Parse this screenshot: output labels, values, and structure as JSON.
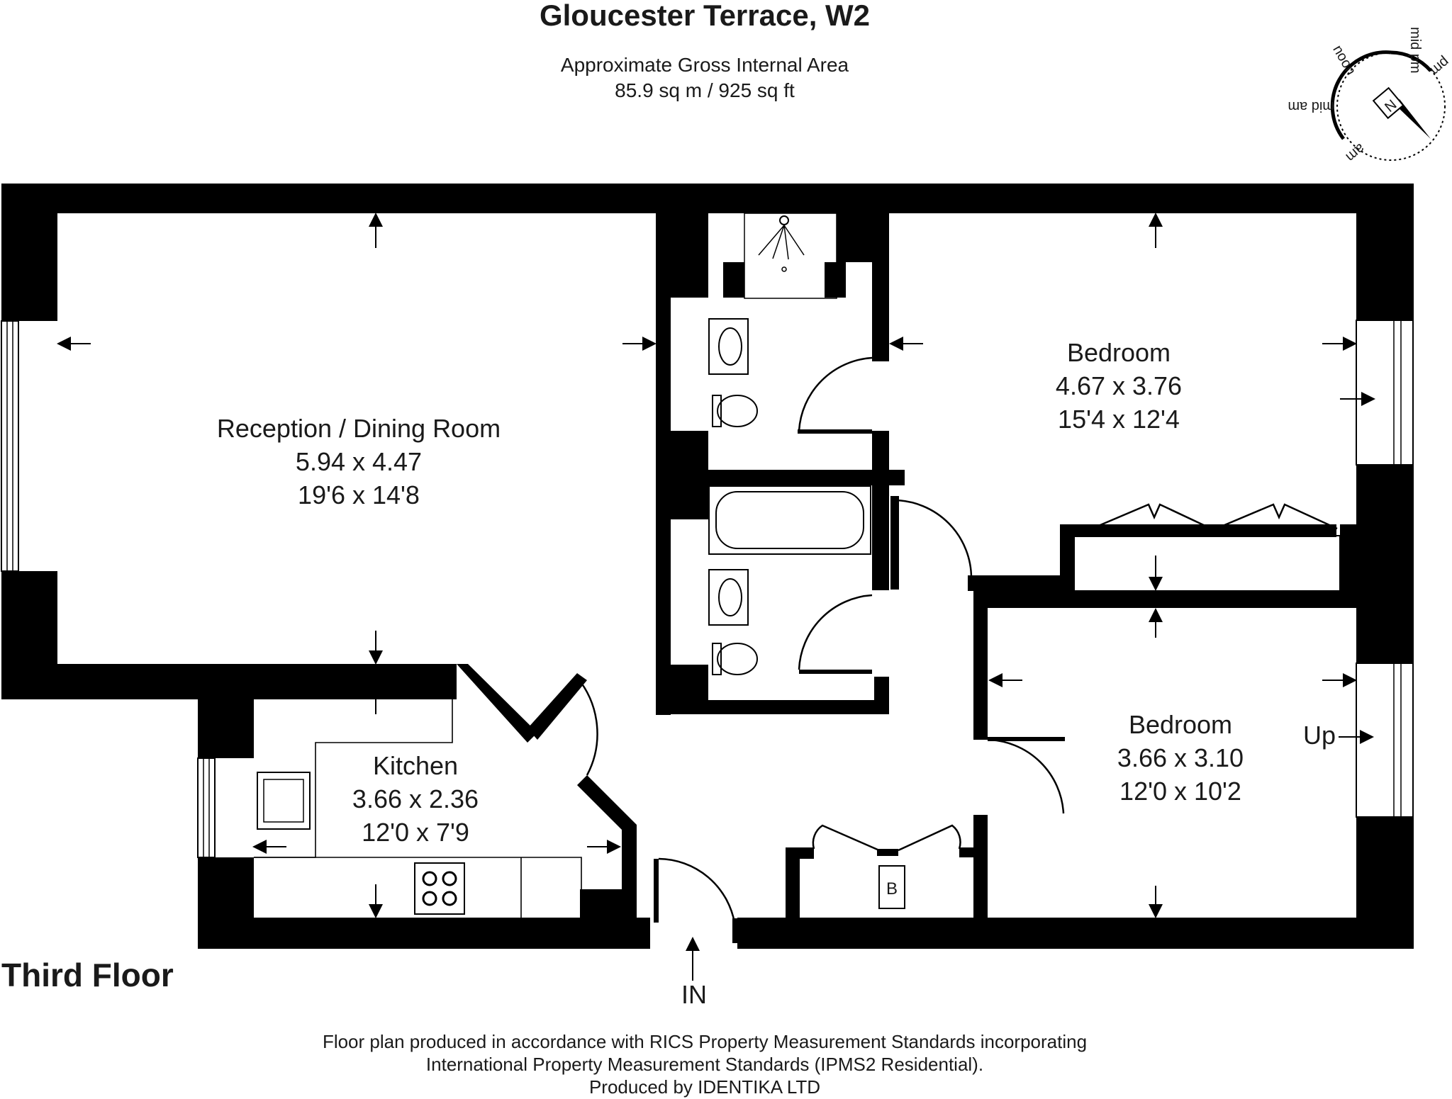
{
  "header": {
    "title": "Gloucester Terrace, W2",
    "area_label": "Approximate Gross Internal Area",
    "area_value": "85.9 sq m / 925 sq ft"
  },
  "compass": {
    "labels": [
      "mid pm",
      "pm",
      "noon",
      "mid am",
      "am"
    ],
    "north": "N"
  },
  "rooms": {
    "reception": {
      "name": "Reception / Dining Room",
      "metric": "5.94 x 4.47",
      "imperial": "19'6 x 14'8"
    },
    "bedroom1": {
      "name": "Bedroom",
      "metric": "4.67 x 3.76",
      "imperial": "15'4 x 12'4"
    },
    "bedroom2": {
      "name": "Bedroom",
      "metric": "3.66 x 3.10",
      "imperial": "12'0 x 10'2"
    },
    "kitchen": {
      "name": "Kitchen",
      "metric": "3.66 x 2.36",
      "imperial": "12'0 x 7'9"
    }
  },
  "labels": {
    "boiler": "B",
    "up": "Up",
    "entrance": "IN",
    "floor": "Third Floor"
  },
  "footer": {
    "line1": "Floor plan produced in accordance with RICS Property Measurement Standards incorporating",
    "line2": "International Property Measurement Standards (IPMS2 Residential).",
    "line3": "Produced by IDENTIKA LTD"
  }
}
